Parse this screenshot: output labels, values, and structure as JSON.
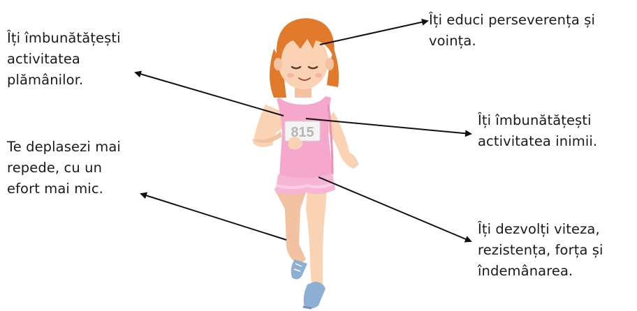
{
  "labels": {
    "lungs": [
      "Îți îmbunătățești",
      "activitatea",
      "plămânilor."
    ],
    "movement": [
      "Te deplasezi mai",
      "repede, cu un",
      "efort mai mic."
    ],
    "will": [
      "Îți educi perseverența și",
      "voința."
    ],
    "heart": [
      "Îți îmbunătățești",
      "activitatea inimii."
    ],
    "speed": [
      "Îți dezvolți viteza,",
      "rezistența, forța și",
      "îndemânarea."
    ]
  },
  "figure": {
    "bib_number": "815"
  },
  "colors": {
    "hair": "#E27A2C",
    "skin": "#FAD2B4",
    "shirt": "#F6A8CC",
    "shorts": "#F7B6D3",
    "shoe": "#8EAFD4",
    "arrow": "#111111"
  }
}
